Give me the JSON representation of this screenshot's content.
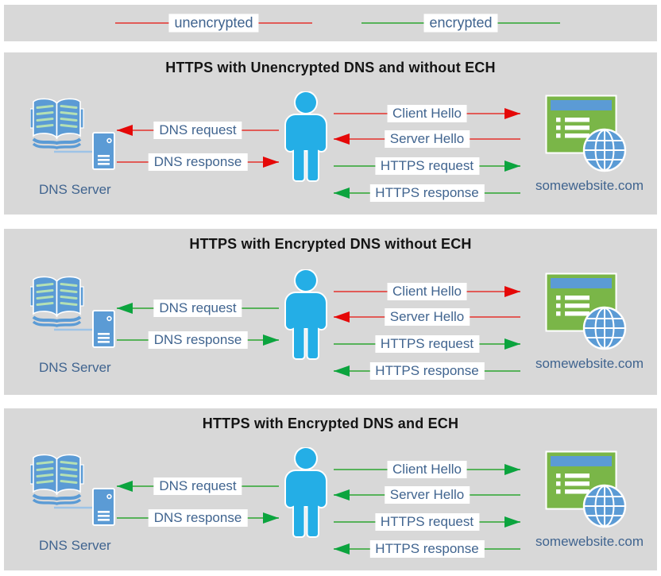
{
  "colors": {
    "panel_background": "#d8d8d8",
    "unencrypted_line": "#e15b57",
    "unencrypted_arrowhead": "#e50808",
    "encrypted_line": "#57b25a",
    "encrypted_arrowhead": "#0ba43e",
    "label_text": "#40648f",
    "title_text": "#141414",
    "person_blue": "#24aee6",
    "icon_blue": "#5b9bd5",
    "website_green": "#7ab648"
  },
  "legend": {
    "items": [
      {
        "label": "unencrypted",
        "type": "unencrypted"
      },
      {
        "label": "encrypted",
        "type": "encrypted"
      }
    ]
  },
  "panels": [
    {
      "title": "HTTPS with Unencrypted DNS and without ECH",
      "dns_server_label": "DNS Server",
      "website_label": "somewebsite.com",
      "messages": [
        {
          "label": "DNS request",
          "direction": "left",
          "security": "unencrypted"
        },
        {
          "label": "DNS response",
          "direction": "right",
          "security": "unencrypted"
        },
        {
          "label": "Client Hello",
          "direction": "right",
          "security": "unencrypted"
        },
        {
          "label": "Server Hello",
          "direction": "left",
          "security": "unencrypted"
        },
        {
          "label": "HTTPS request",
          "direction": "right",
          "security": "encrypted"
        },
        {
          "label": "HTTPS response",
          "direction": "left",
          "security": "encrypted"
        }
      ]
    },
    {
      "title": "HTTPS with Encrypted DNS without ECH",
      "dns_server_label": "DNS Server",
      "website_label": "somewebsite.com",
      "messages": [
        {
          "label": "DNS request",
          "direction": "left",
          "security": "encrypted"
        },
        {
          "label": "DNS response",
          "direction": "right",
          "security": "encrypted"
        },
        {
          "label": "Client Hello",
          "direction": "right",
          "security": "unencrypted"
        },
        {
          "label": "Server Hello",
          "direction": "left",
          "security": "unencrypted"
        },
        {
          "label": "HTTPS request",
          "direction": "right",
          "security": "encrypted"
        },
        {
          "label": "HTTPS response",
          "direction": "left",
          "security": "encrypted"
        }
      ]
    },
    {
      "title": "HTTPS with Encrypted DNS and ECH",
      "dns_server_label": "DNS Server",
      "website_label": "somewebsite.com",
      "messages": [
        {
          "label": "DNS request",
          "direction": "left",
          "security": "encrypted"
        },
        {
          "label": "DNS response",
          "direction": "right",
          "security": "encrypted"
        },
        {
          "label": "Client Hello",
          "direction": "right",
          "security": "encrypted"
        },
        {
          "label": "Server Hello",
          "direction": "left",
          "security": "encrypted"
        },
        {
          "label": "HTTPS request",
          "direction": "right",
          "security": "encrypted"
        },
        {
          "label": "HTTPS response",
          "direction": "left",
          "security": "encrypted"
        }
      ]
    }
  ]
}
